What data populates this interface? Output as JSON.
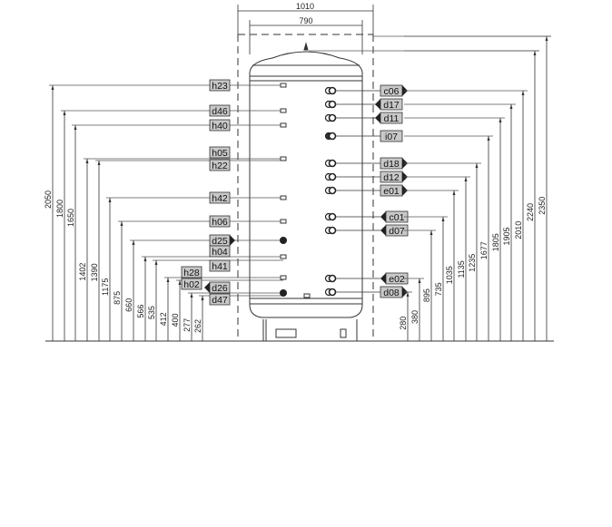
{
  "title_dims": {
    "outer_width": "1010",
    "inner_width": "790"
  },
  "left_labels": [
    "h23",
    "d46",
    "h40",
    "h05",
    "h22",
    "h42",
    "h06",
    "d25",
    "h04",
    "h41",
    "h28",
    "h02",
    "d26",
    "d47"
  ],
  "right_labels": [
    "c06",
    "d17",
    "d11",
    "i07",
    "d18",
    "d12",
    "e01",
    "c01",
    "d07",
    "e02",
    "d08"
  ],
  "left_dims": [
    "2050",
    "1800",
    "1650",
    "1402",
    "1390",
    "1175",
    "875",
    "660",
    "566",
    "535",
    "412",
    "400",
    "277",
    "262"
  ],
  "right_dims": [
    "280",
    "380",
    "895",
    "735",
    "1035",
    "1135",
    "1235",
    "1677",
    "1805",
    "1905",
    "2010",
    "2240",
    "2350"
  ],
  "colors": {
    "label_fill": "#c8c8c8",
    "line": "#333333"
  }
}
